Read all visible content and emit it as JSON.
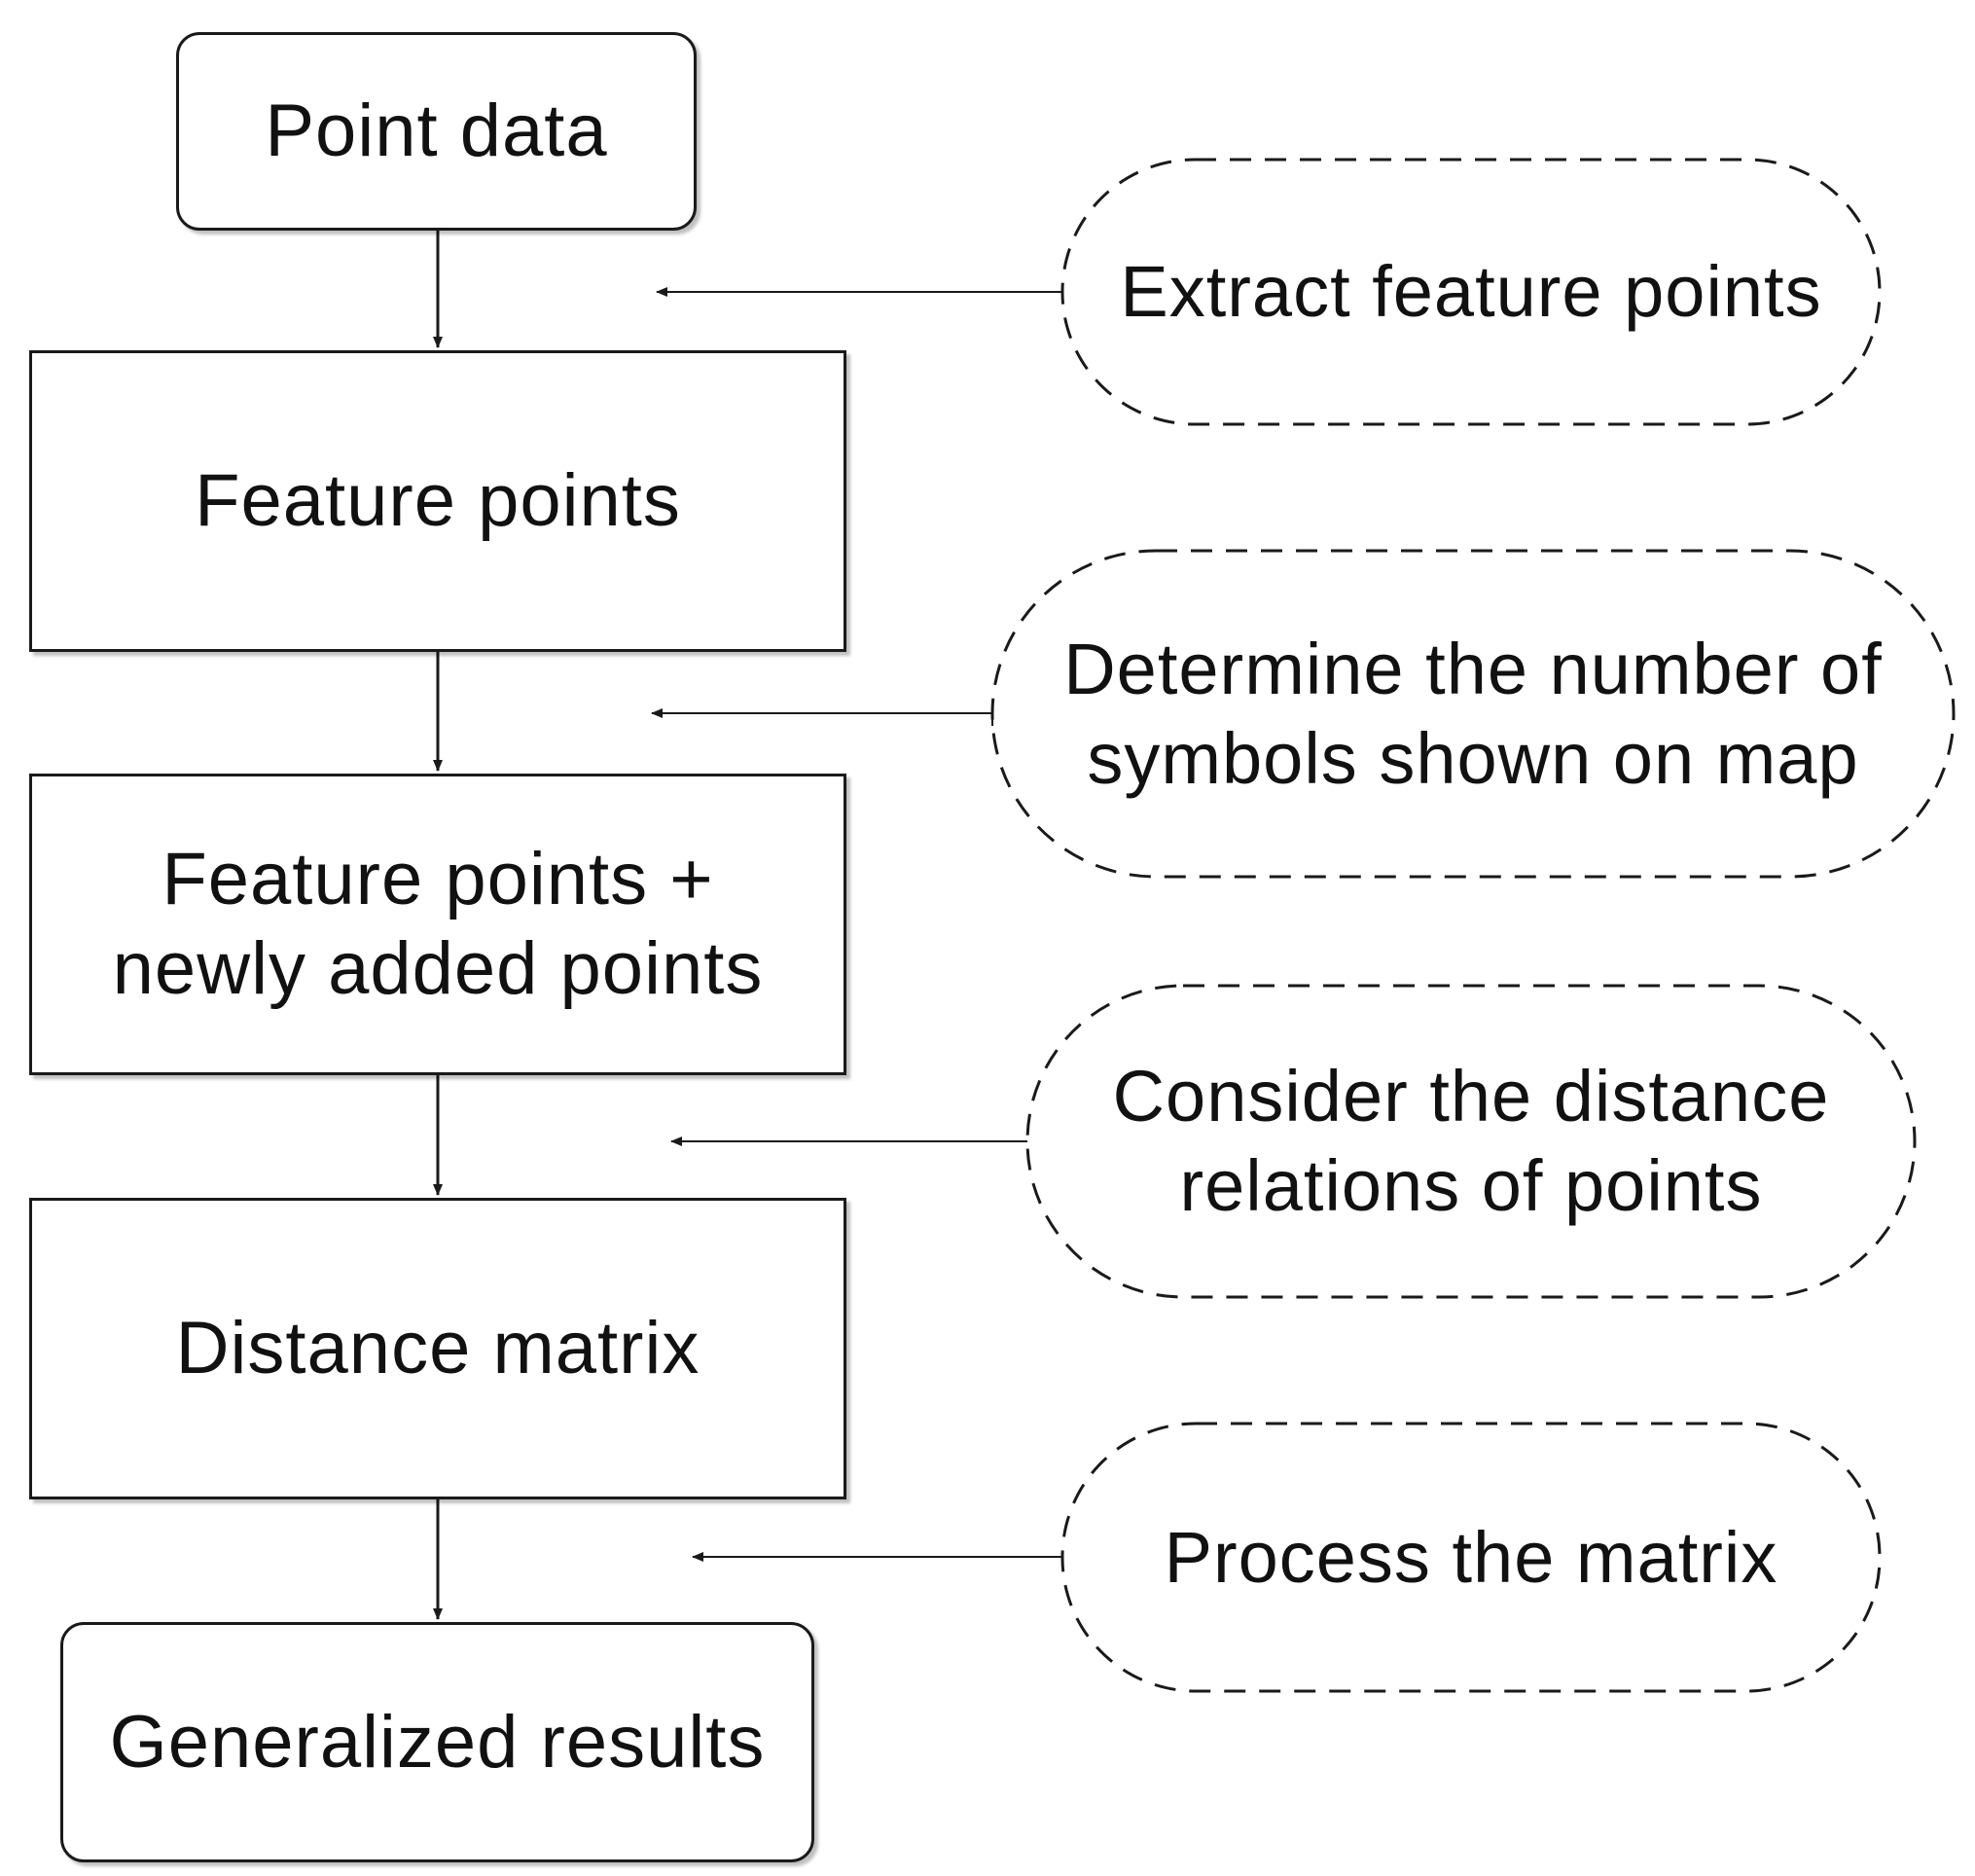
{
  "process": {
    "point_data": "Point data",
    "feature_points": "Feature points",
    "feature_points_new": [
      "Feature points +",
      "newly added points"
    ],
    "distance_matrix": "Distance matrix",
    "generalized_results": "Generalized results"
  },
  "operations": {
    "extract": "Extract feature points",
    "determine": [
      "Determine the number of",
      "symbols shown on map"
    ],
    "consider": [
      "Consider the distance",
      "relations of points"
    ],
    "process": "Process the matrix"
  },
  "colors": {
    "stroke": "#1a1a1a",
    "background": "#ffffff"
  }
}
